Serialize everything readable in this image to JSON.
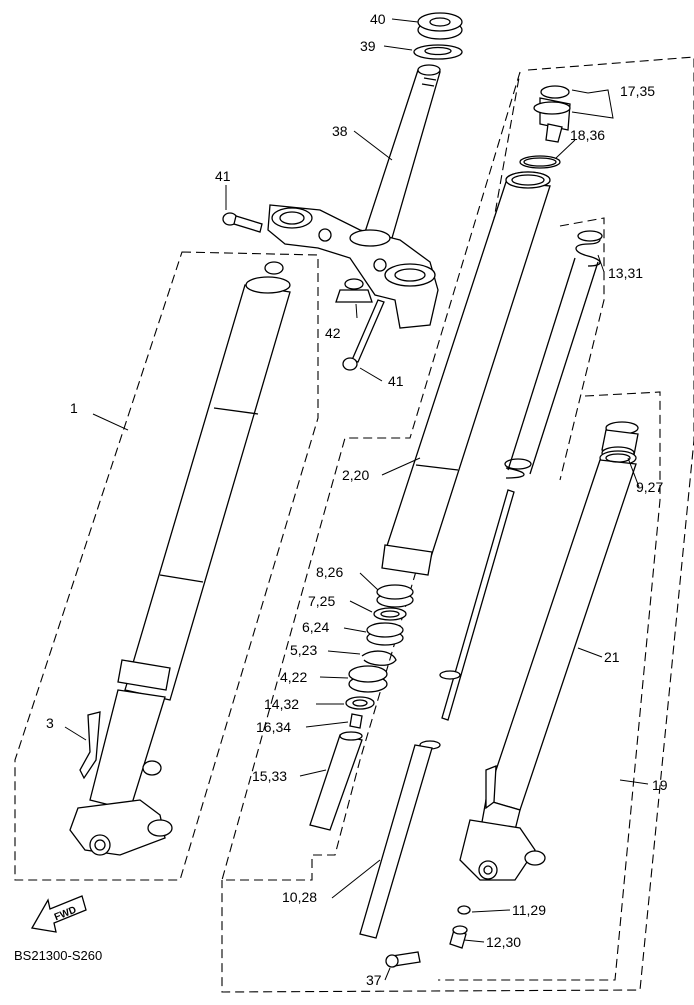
{
  "diagram_code": "BS21300-S260",
  "fwd_label": "FWD",
  "callouts": {
    "c1": "1",
    "c2_20": "2,20",
    "c3": "3",
    "c4_22": "4,22",
    "c5_23": "5,23",
    "c6_24": "6,24",
    "c7_25": "7,25",
    "c8_26": "8,26",
    "c9_27": "9,27",
    "c10_28": "10,28",
    "c11_29": "11,29",
    "c12_30": "12,30",
    "c13_31": "13,31",
    "c14_32": "14,32",
    "c15_33": "15,33",
    "c16_34": "16,34",
    "c17_35": "17,35",
    "c18_36": "18,36",
    "c19": "19",
    "c21": "21",
    "c37": "37",
    "c38": "38",
    "c39": "39",
    "c40": "40",
    "c41_a": "41",
    "c41_b": "41",
    "c42": "42"
  }
}
